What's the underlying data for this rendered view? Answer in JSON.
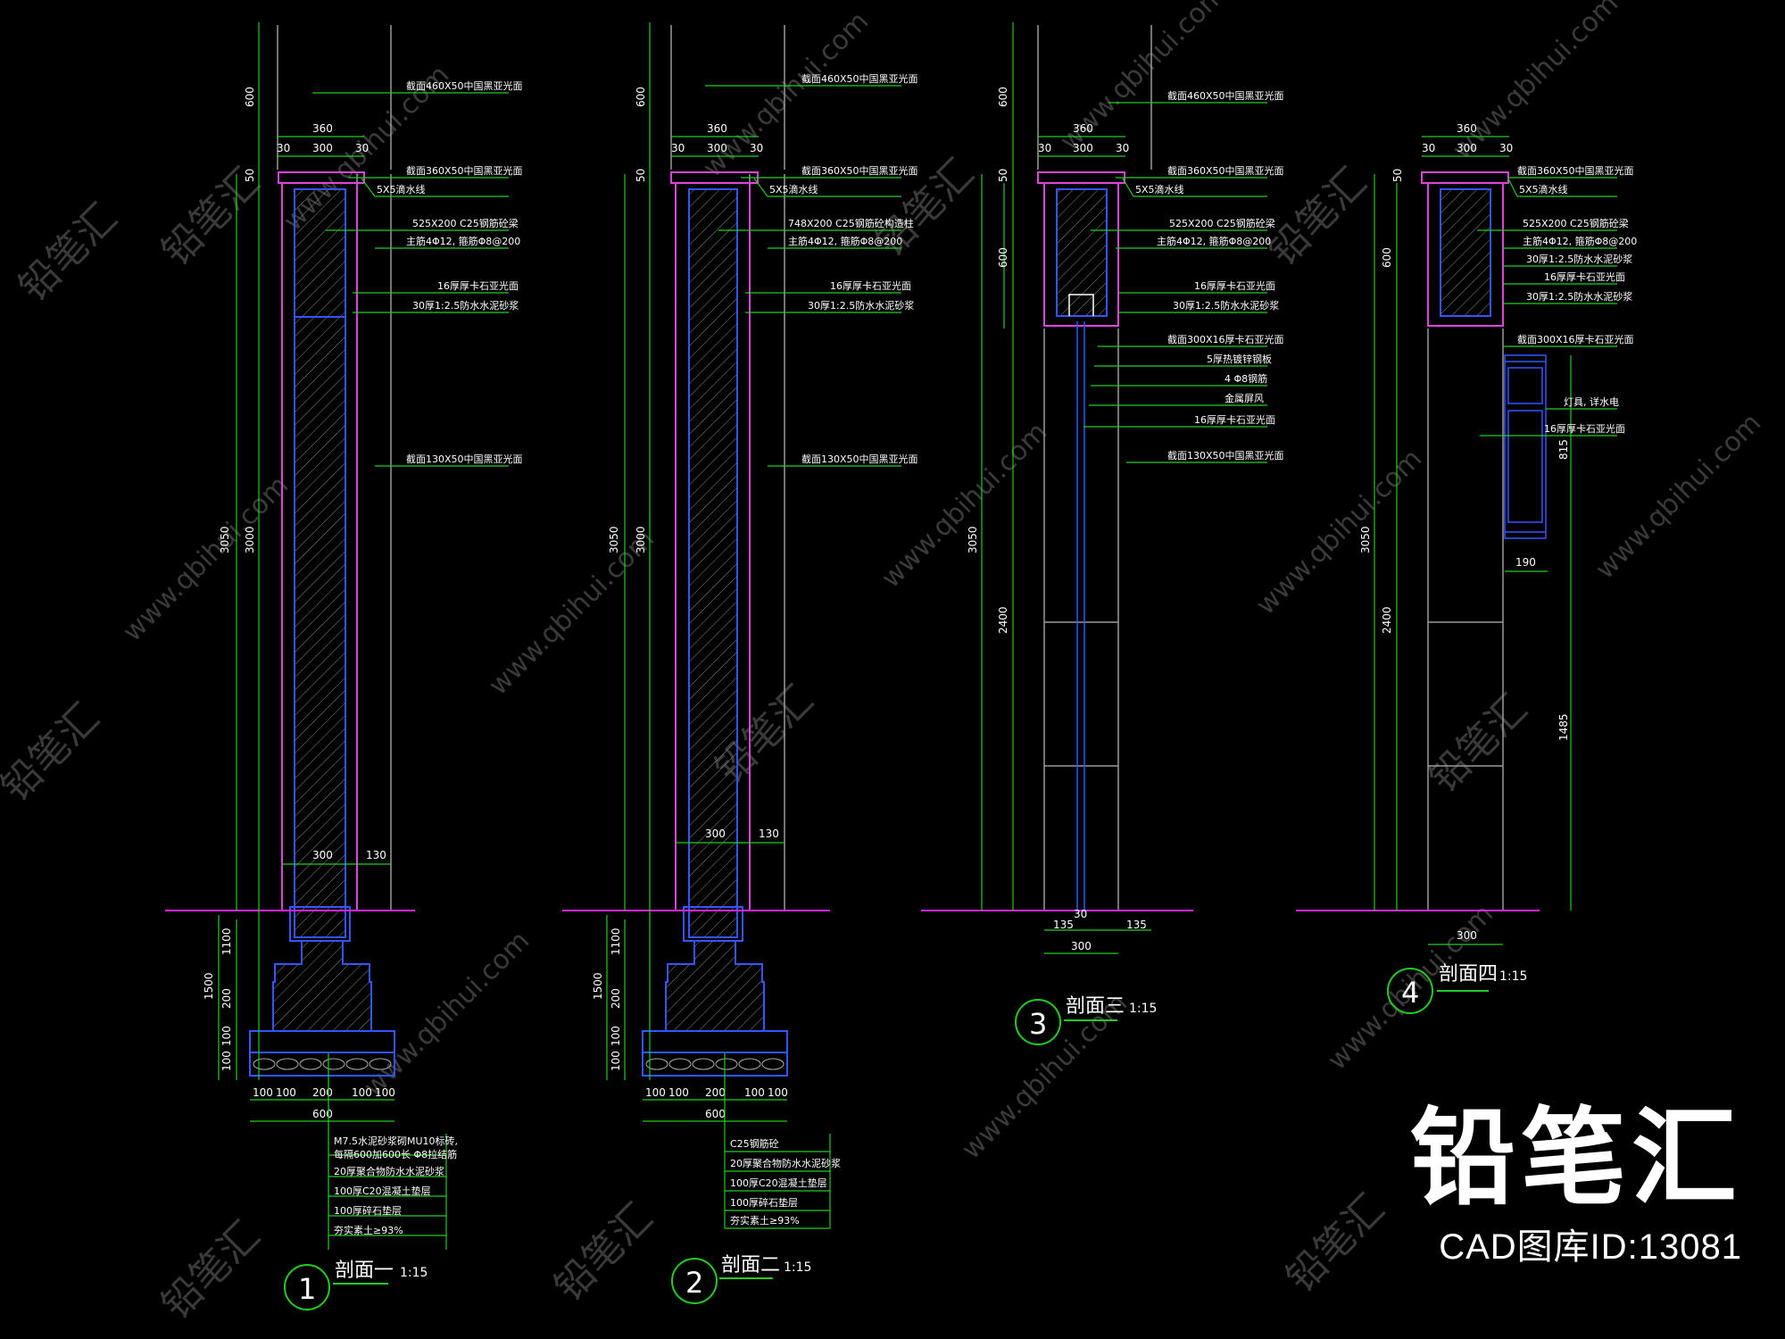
{
  "colors": {
    "background": "#000000",
    "dimension": "#22cc22",
    "concrete_outline": "#3355ff",
    "finish_outline": "#dd44dd",
    "panel_line": "#9a9a9a",
    "ground": "#dd22dd",
    "text": "#ffffff",
    "watermark": "#3a3a3a"
  },
  "watermark": {
    "brand": "铅笔汇",
    "url": "www.qbihui.com"
  },
  "branding": {
    "title": "铅笔汇",
    "subtitle": "CAD图库ID:13081"
  },
  "sections": [
    {
      "number": "1",
      "title": "剖面一",
      "scale": "1:15",
      "dims_left_outer": [
        "600",
        "50",
        "3050",
        "1500"
      ],
      "dims_left_inner": [
        "3000",
        "1100",
        "200",
        "100",
        "100"
      ],
      "dims_top": [
        "360",
        "30",
        "300",
        "30"
      ],
      "dims_bottom": [
        "300",
        "130"
      ],
      "dims_footing": [
        "100",
        "100",
        "200",
        "100",
        "100",
        "600"
      ],
      "callouts": [
        "截面460X50中国黑亚光面",
        "截面360X50中国黑亚光面",
        "5X5滴水线",
        "525X200 C25钢筋砼梁",
        "主筋4Φ12, 箍筋Φ8@200",
        "16厚厚卡石亚光面",
        "30厚1:2.5防水水泥砂浆",
        "截面130X50中国黑亚光面"
      ],
      "foundation_notes": [
        "M7.5水泥砂浆砌MU10标砖,",
        "每隔600加600长 Φ8拉结筋",
        "20厚聚合物防水水泥砂浆",
        "100厚C20混凝土垫层",
        "100厚碎石垫层",
        "夯实素土≥93%"
      ]
    },
    {
      "number": "2",
      "title": "剖面二",
      "scale": "1:15",
      "dims_left_outer": [
        "600",
        "50",
        "3050",
        "1500"
      ],
      "dims_left_inner": [
        "3000",
        "1100",
        "200",
        "100",
        "100"
      ],
      "dims_top": [
        "360",
        "30",
        "300",
        "30"
      ],
      "dims_bottom": [
        "300",
        "130"
      ],
      "dims_footing": [
        "100",
        "100",
        "200",
        "100",
        "100",
        "600"
      ],
      "callouts": [
        "截面460X50中国黑亚光面",
        "截面360X50中国黑亚光面",
        "5X5滴水线",
        "748X200 C25钢筋砼构造柱",
        "主筋4Φ12, 箍筋Φ8@200",
        "16厚厚卡石亚光面",
        "30厚1:2.5防水水泥砂浆",
        "截面130X50中国黑亚光面"
      ],
      "foundation_notes": [
        "C25钢筋砼",
        "20厚聚合物防水水泥砂浆",
        "100厚C20混凝土垫层",
        "100厚碎石垫层",
        "夯实素土≥93%"
      ]
    },
    {
      "number": "3",
      "title": "剖面三",
      "scale": "1:15",
      "dims_left_outer": [
        "600",
        "50",
        "3050"
      ],
      "dims_left_inner": [
        "600",
        "2400"
      ],
      "dims_top": [
        "360",
        "30",
        "300",
        "30"
      ],
      "dims_bottom": [
        "30",
        "135",
        "135",
        "300"
      ],
      "callouts": [
        "截面460X50中国黑亚光面",
        "截面360X50中国黑亚光面",
        "5X5滴水线",
        "525X200 C25钢筋砼梁",
        "主筋4Φ12, 箍筋Φ8@200",
        "16厚厚卡石亚光面",
        "30厚1:2.5防水水泥砂浆",
        "截面300X16厚卡石亚光面",
        "5厚热镀锌钢板",
        "4 Φ8钢筋",
        "金属屏风",
        "16厚厚卡石亚光面",
        "截面130X50中国黑亚光面"
      ]
    },
    {
      "number": "4",
      "title": "剖面四",
      "scale": "1:15",
      "dims_left_outer": [
        "50",
        "3050"
      ],
      "dims_left_inner": [
        "600",
        "2400"
      ],
      "dims_top": [
        "360",
        "30",
        "300",
        "30"
      ],
      "dims_right": [
        "815",
        "1485"
      ],
      "dims_bottom": [
        "300"
      ],
      "dim_lamp": "190",
      "callouts": [
        "截面360X50中国黑亚光面",
        "5X5滴水线",
        "525X200 C25钢筋砼梁",
        "主筋4Φ12, 箍筋Φ8@200",
        "30厚1:2.5防水水泥砂浆",
        "16厚厚卡石亚光面",
        "30厚1:2.5防水水泥砂浆",
        "截面300X16厚卡石亚光面",
        "灯具, 详水电",
        "16厚厚卡石亚光面"
      ]
    }
  ]
}
